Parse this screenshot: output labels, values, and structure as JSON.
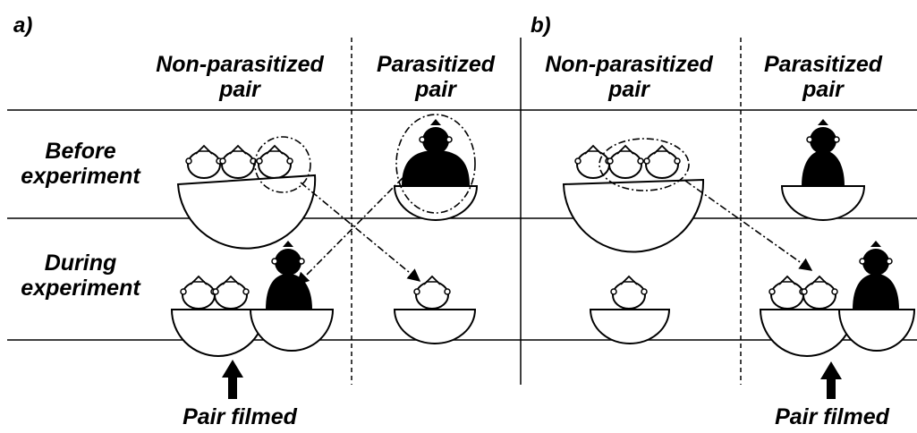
{
  "panels": [
    {
      "label": "a)",
      "column_headers": [
        [
          "Non-parasitized",
          "pair"
        ],
        [
          "Parasitized",
          "pair"
        ]
      ],
      "filmed_label": "Pair filmed"
    },
    {
      "label": "b)",
      "column_headers": [
        [
          "Non-parasitized",
          "pair"
        ],
        [
          "Parasitized",
          "pair"
        ]
      ],
      "filmed_label": "Pair filmed"
    }
  ],
  "row_labels": [
    [
      "Before",
      "experiment"
    ],
    [
      "During",
      "experiment"
    ]
  ],
  "colors": {
    "ink": "#000000",
    "paper": "#ffffff",
    "parasite": "#000000",
    "host_chick": "#ffffff"
  },
  "icons": {
    "host_chick": "chick-icon",
    "parasite_chick": "cuckoo-chick-icon",
    "nest": "nest-bowl-icon",
    "transfer": "dash-dot-arrow-icon",
    "filmed": "up-arrow-icon"
  }
}
